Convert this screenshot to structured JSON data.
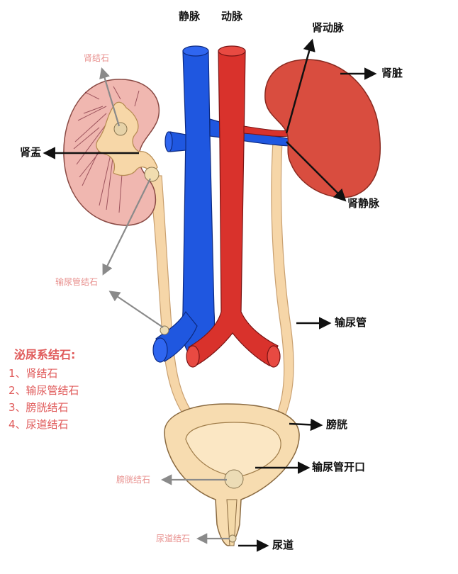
{
  "labels": {
    "vein": "静脉",
    "artery": "动脉",
    "renal_artery": "肾动脉",
    "kidney": "肾脏",
    "renal_pelvis": "肾盂",
    "renal_vein": "肾静脉",
    "ureter": "输尿管",
    "bladder": "膀胱",
    "ureter_orifice": "输尿管开口",
    "urethra": "尿道"
  },
  "stone_labels": {
    "kidney_stone": "肾结石",
    "ureter_stone": "输尿管结石",
    "bladder_stone": "膀胱结石",
    "urethra_stone": "尿道结石"
  },
  "legend": {
    "title": "泌尿系结石:",
    "items": [
      "1、肾结石",
      "2、输尿管结石",
      "3、膀胱结石",
      "4、尿道结石"
    ]
  },
  "colors": {
    "vein": "#1f57e0",
    "artery": "#d9322c",
    "kidney_left": "#f0b7b0",
    "kidney_right": "#d94d3f",
    "ureter": "#f6d6a8",
    "bladder": "#f7dcb0",
    "legend_text": "#e05a5a",
    "stone_label_text": "#e8908e"
  }
}
